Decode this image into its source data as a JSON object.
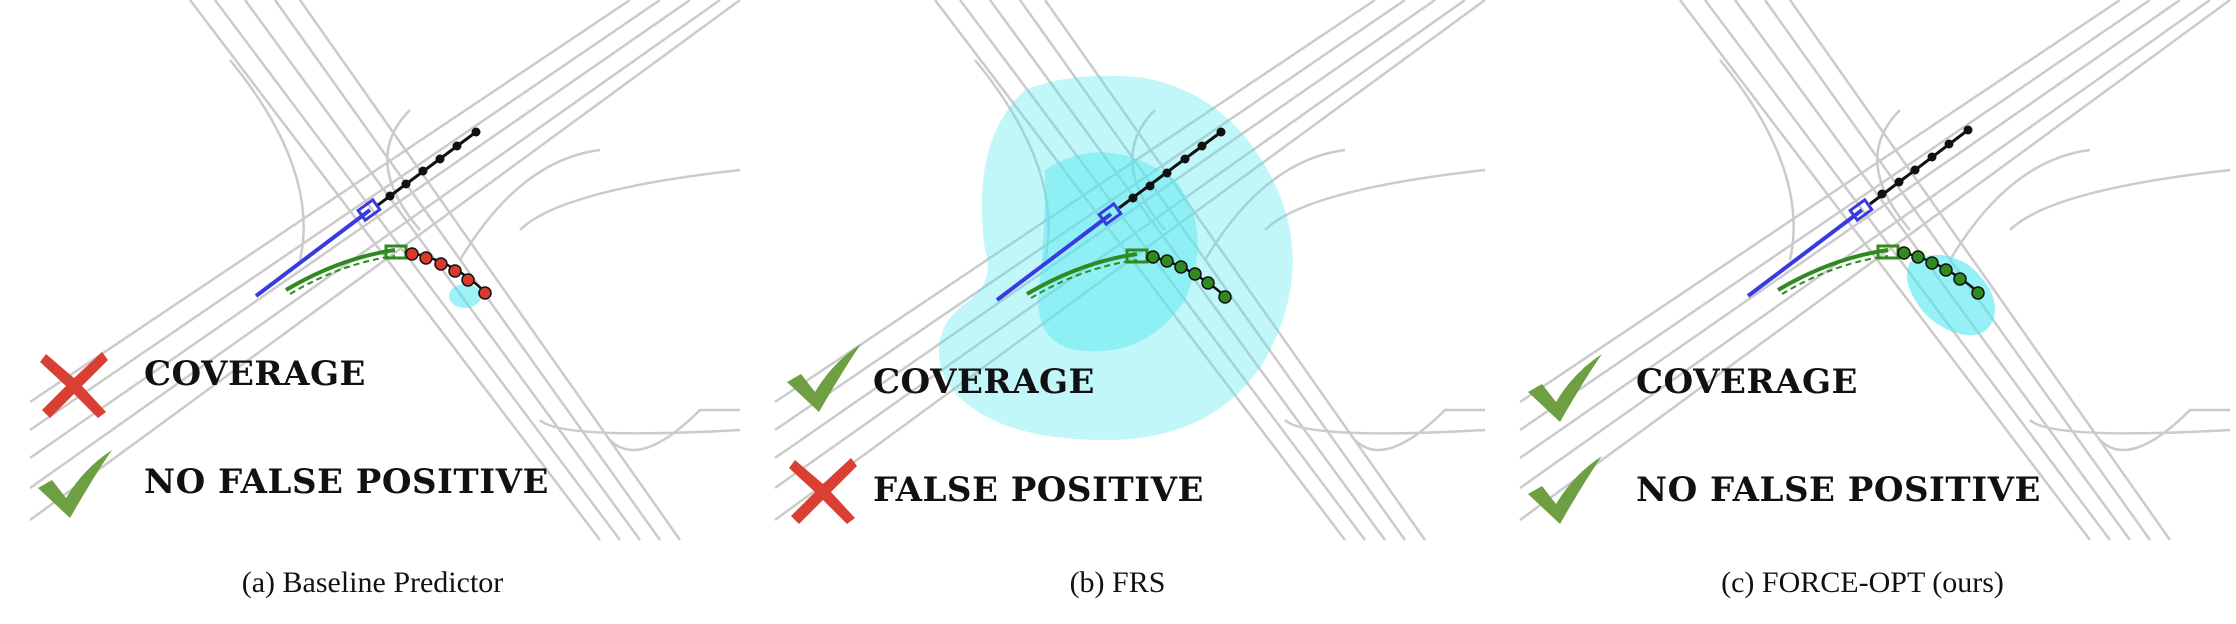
{
  "panels": [
    {
      "row1": {
        "status": "cross",
        "label": "COVERAGE"
      },
      "row2": {
        "status": "check",
        "label": "NO FALSE POSITIVE"
      },
      "caption": "(a) Baseline Predictor"
    },
    {
      "row1": {
        "status": "check",
        "label": "COVERAGE"
      },
      "row2": {
        "status": "cross",
        "label": "FALSE POSITIVE"
      },
      "caption": "(b) FRS"
    },
    {
      "row1": {
        "status": "check",
        "label": "COVERAGE"
      },
      "row2": {
        "status": "check",
        "label": "NO FALSE POSITIVE"
      },
      "caption": "(c) FORCE-OPT (ours)"
    }
  ],
  "colors": {
    "road": "#c8c8c8",
    "ego": "#3a3adf",
    "agent": "#2f8a1f",
    "past_trajectory": "#111111",
    "prediction_points": "#d83a2e",
    "region": "#4fe7f0",
    "check": "#6ea043",
    "cross": "#d94033"
  }
}
